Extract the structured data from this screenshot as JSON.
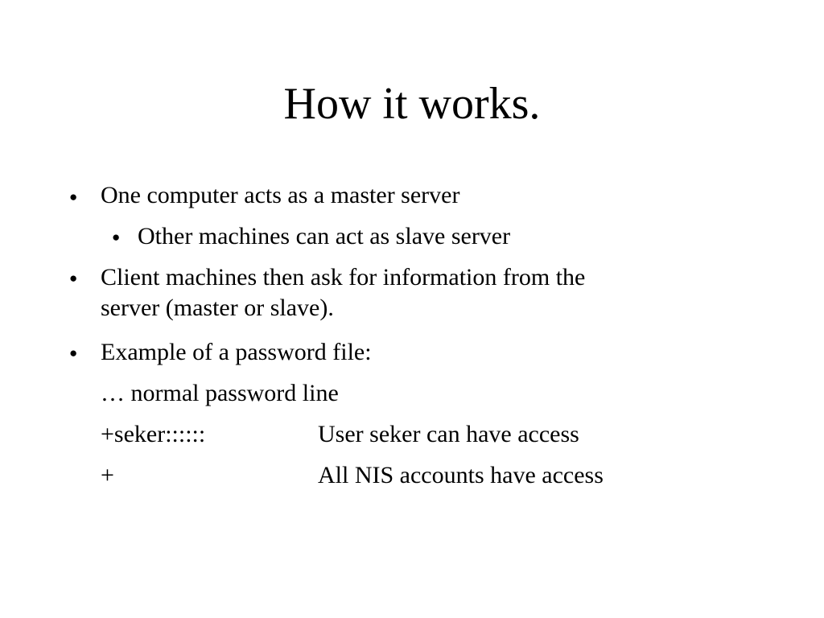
{
  "slide": {
    "title": "How it works.",
    "bullet_glyph": "●",
    "items": [
      {
        "text": "One computer acts as a master server"
      },
      {
        "text": "Other machines can act as slave server"
      },
      {
        "text_line1": "Client machines then ask for information from the",
        "text_line2": "server (master or slave)."
      },
      {
        "text": "Example of a password file:"
      }
    ],
    "example": {
      "line1": "… normal password line",
      "rows": [
        {
          "entry": "+seker::::::",
          "description": "User seker can have access"
        },
        {
          "entry": "+",
          "description": "All NIS accounts have access"
        }
      ]
    }
  }
}
